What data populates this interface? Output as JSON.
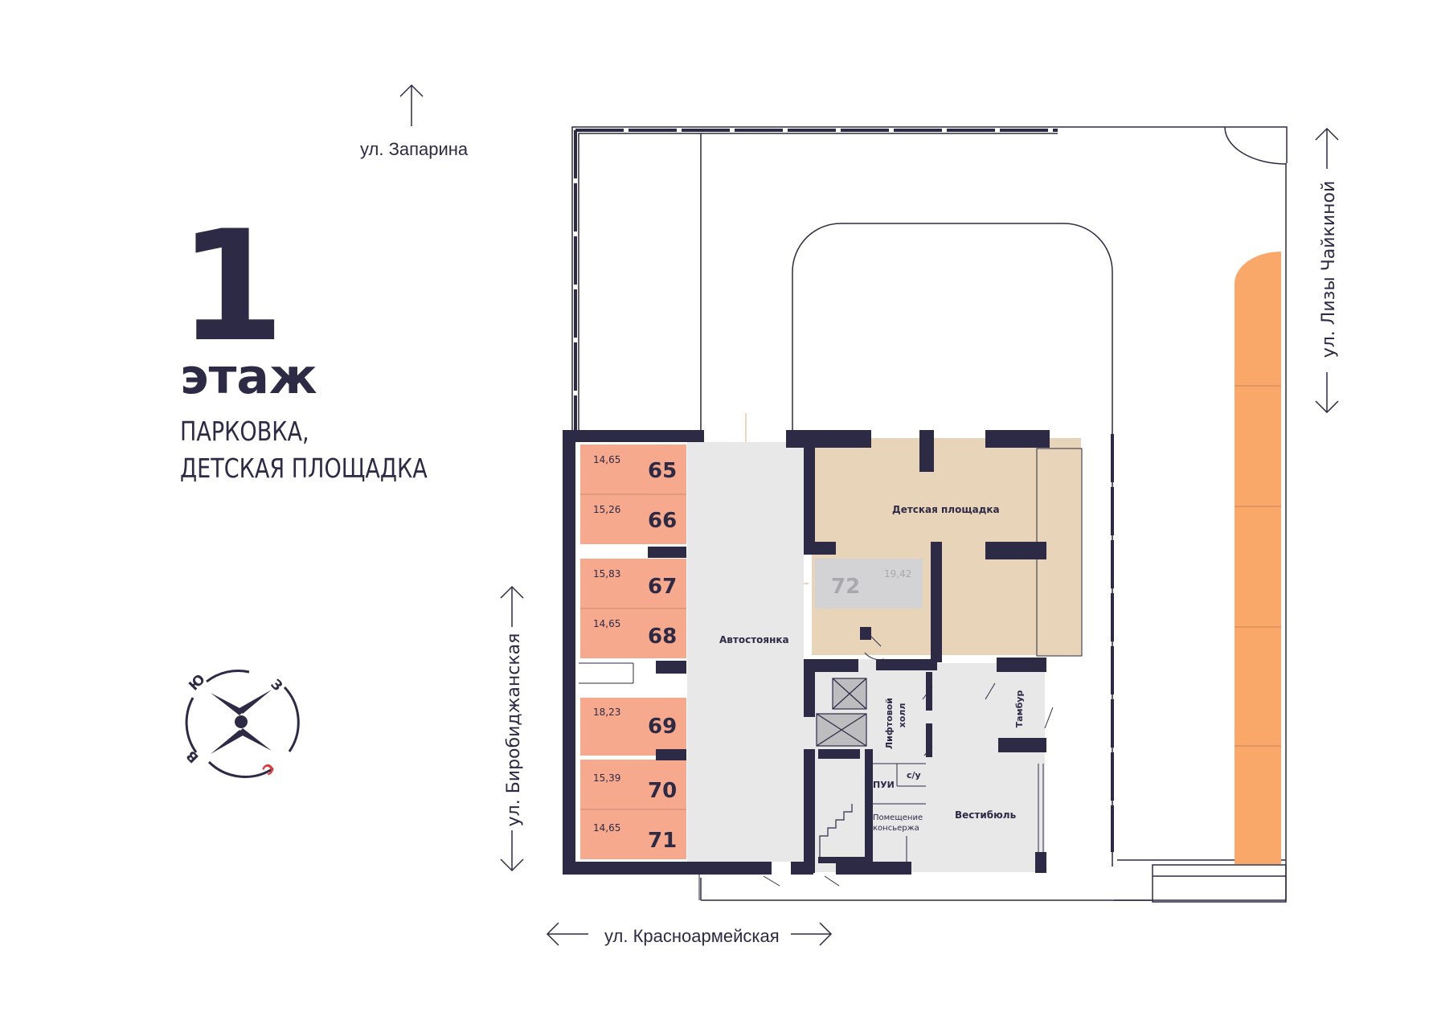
{
  "floor": {
    "number": "1",
    "word": "этаж",
    "subtitle_line1": "ПАРКОВКА,",
    "subtitle_line2": "ДЕТСКАЯ ПЛОЩАДКА"
  },
  "streets": {
    "north": "ул. Запарина",
    "east": "ул. Лизы Чайкиной",
    "west": "ул. Биробиджанская",
    "south": "ул. Красноармейская"
  },
  "compass": {
    "letters": [
      "Ю",
      "З",
      "С",
      "В"
    ]
  },
  "spaces": [
    {
      "number": "65",
      "area": "14,65"
    },
    {
      "number": "66",
      "area": "15,26"
    },
    {
      "number": "67",
      "area": "15,83"
    },
    {
      "number": "68",
      "area": "14,65"
    },
    {
      "number": "69",
      "area": "18,23"
    },
    {
      "number": "70",
      "area": "15,39"
    },
    {
      "number": "71",
      "area": "14,65"
    },
    {
      "number": "72",
      "area": "19,42"
    }
  ],
  "rooms": {
    "parking": "Автостоянка",
    "playground": "Детская площадка",
    "lift_hall_1": "Лифтовой",
    "lift_hall_2": "холл",
    "tambour": "Тамбур",
    "pui": "ПУИ",
    "wc": "с/у",
    "concierge_1": "Помещение",
    "concierge_2": "консьержа",
    "vestibule": "Вестибюль"
  },
  "colors": {
    "dark": "#2d2a45",
    "space_fill": "#f7a98d",
    "parking_fill": "#e8e8e9",
    "playground_fill": "#e8d5b9",
    "strip_fill": "#f9a86a",
    "space72_fill": "#d3d3d5",
    "accent_red": "#e03a3a"
  }
}
